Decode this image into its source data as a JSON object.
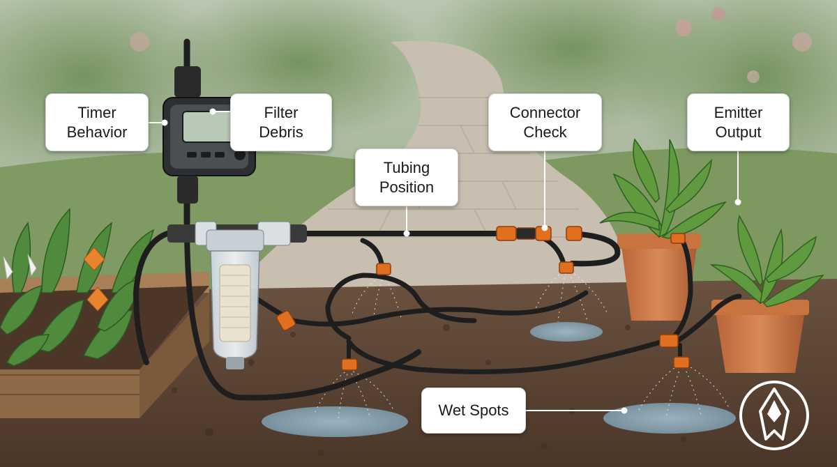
{
  "callouts": {
    "timer": "Timer\nBehavior",
    "filter": "Filter\nDebris",
    "tubing": "Tubing\nPosition",
    "connector": "Connector\nCheck",
    "emitter": "Emitter\nOutput",
    "wet_spots": "Wet Spots"
  },
  "colors": {
    "tubing": "#1e1e1e",
    "fitting": "#e0701f",
    "soil": "#5a4231",
    "callout_bg": "#ffffff",
    "leader_line": "#ffffff",
    "water": "#8fb3c8"
  },
  "icons": {
    "badge": "arrowhead-emblem-icon"
  }
}
